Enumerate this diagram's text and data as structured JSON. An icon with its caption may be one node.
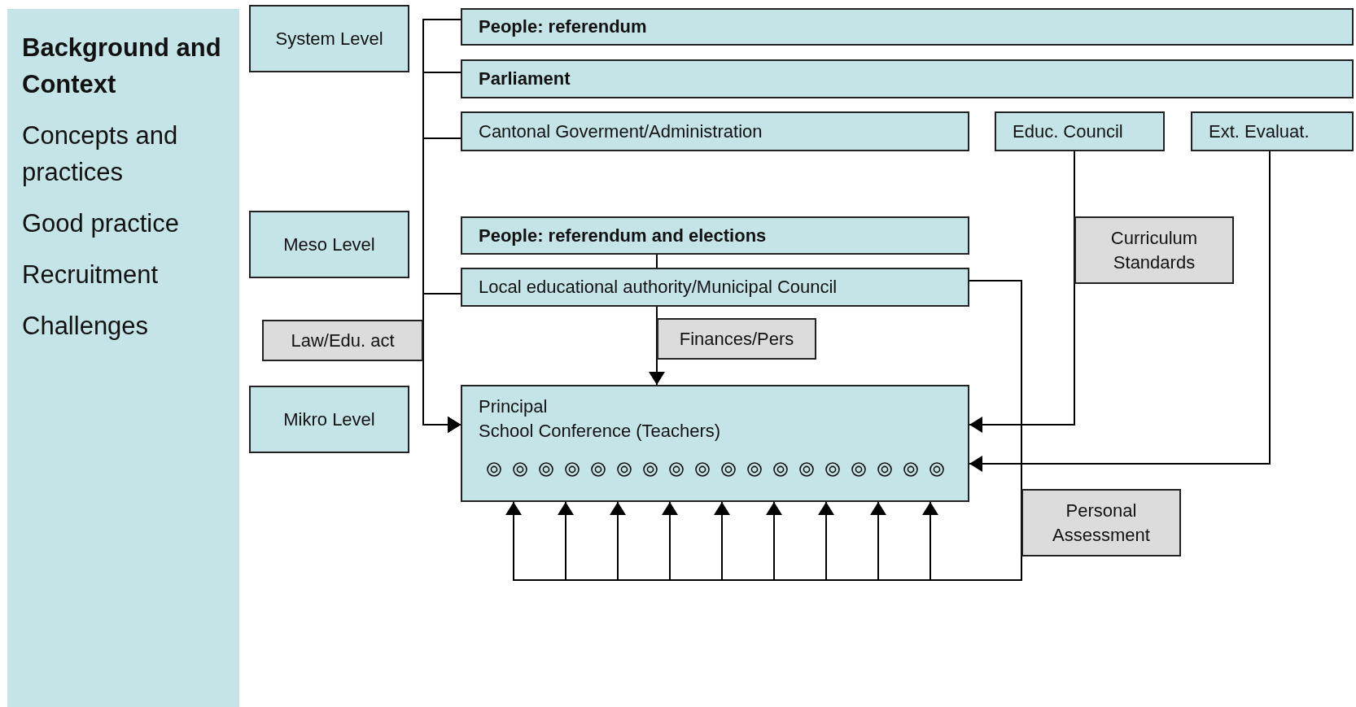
{
  "diagram": {
    "nodes": [
      {
        "text": [
          "Background and Context",
          "Concepts and practices",
          "Good practice",
          "Recruitment",
          "Challenges"
        ]
      },
      {
        "text": [
          "System Level"
        ]
      },
      {
        "text": [
          "People: referendum"
        ]
      },
      {
        "text": [
          "Parliament"
        ]
      },
      {
        "text": [
          "Cantonal Goverment/Administration"
        ]
      },
      {
        "text": [
          "Educ. Council"
        ]
      },
      {
        "text": [
          "Ext. Evaluat."
        ]
      },
      {
        "text": [
          "Meso Level"
        ]
      },
      {
        "text": [
          "People: referendum and elections"
        ]
      },
      {
        "text": [
          "Curriculum Standards"
        ]
      },
      {
        "text": [
          "Local educational authority/Municipal Council"
        ]
      },
      {
        "text": [
          "Law/Edu. act"
        ]
      },
      {
        "text": [
          "Finances/Pers"
        ]
      },
      {
        "text": [
          "Mikro Level"
        ]
      },
      {
        "text": [
          "Principal",
          "School Conference (Teachers)"
        ]
      },
      {
        "text": [
          "Personal Assessment"
        ]
      }
    ],
    "edges": [
      {
        "from": 2,
        "to": 14,
        "arrow": "to"
      },
      {
        "from": 3,
        "to": 14,
        "arrow": "to"
      },
      {
        "from": 4,
        "to": 14,
        "arrow": "to"
      },
      {
        "from": 10,
        "to": 14,
        "arrow": "to"
      },
      {
        "from": 8,
        "to": 10,
        "arrow": "none"
      },
      {
        "from": 10,
        "to": 14,
        "arrow": "to"
      },
      {
        "from": 10,
        "to": 14,
        "arrow": "to"
      },
      {
        "from": 5,
        "to": 14,
        "arrow": "to"
      },
      {
        "from": 6,
        "to": 14,
        "arrow": "to"
      }
    ]
  }
}
